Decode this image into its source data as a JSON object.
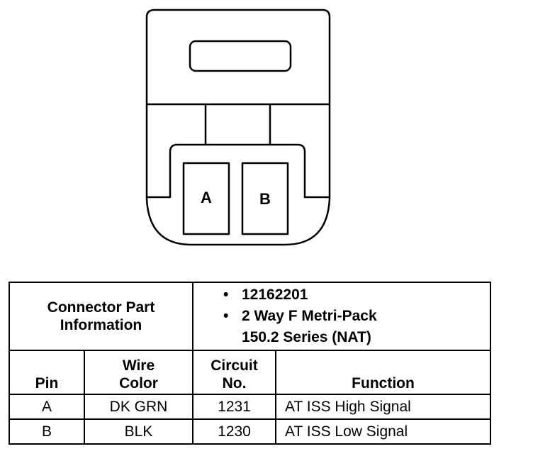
{
  "connector": {
    "pins": [
      "A",
      "B"
    ]
  },
  "table": {
    "part_info_title_line1": "Connector Part",
    "part_info_title_line2": "Information",
    "part_info_items": [
      "12162201",
      "2 Way F Metri-Pack",
      "150.2 Series (NAT)"
    ],
    "headers": {
      "pin": "Pin",
      "wire_color_line1": "Wire",
      "wire_color_line2": "Color",
      "circuit_line1": "Circuit",
      "circuit_line2": "No.",
      "function": "Function"
    },
    "rows": [
      {
        "pin": "A",
        "wire_color": "DK GRN",
        "circuit": "1231",
        "function": "AT ISS High Signal"
      },
      {
        "pin": "B",
        "wire_color": "BLK",
        "circuit": "1230",
        "function": "AT ISS Low Signal"
      }
    ]
  }
}
